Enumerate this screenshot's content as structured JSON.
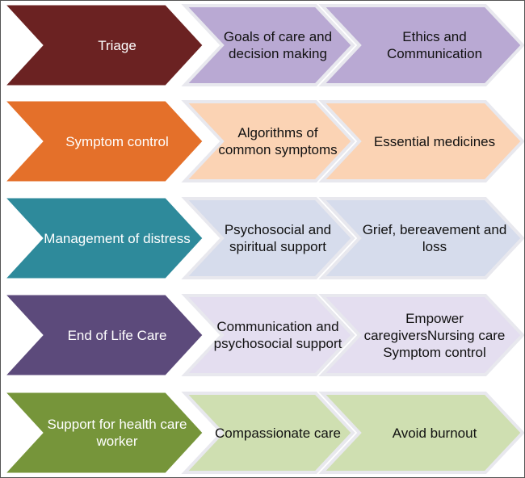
{
  "rows": [
    {
      "main": "Triage",
      "mid": "Goals of care and decision making",
      "right": "Ethics and Communication",
      "main_color": "#6b2222",
      "fill_color": "#b9a9d3"
    },
    {
      "main": "Symptom control",
      "mid": "Algorithms of common symptoms",
      "right": "Essential medicines",
      "main_color": "#e4702a",
      "fill_color": "#fbd3b4"
    },
    {
      "main": "Management of distress",
      "mid": "Psychosocial and spiritual support",
      "right": "Grief, bereavement and loss",
      "main_color": "#2e8a9b",
      "fill_color": "#d6dcec"
    },
    {
      "main": "End of Life Care",
      "mid": "Communication and psychosocial support",
      "right": "Empower caregiversNursing care Symptom control",
      "main_color": "#5c4a7b",
      "fill_color": "#e4def0"
    },
    {
      "main": "Support for health care worker",
      "mid": "Compassionate care",
      "right": "Avoid burnout",
      "main_color": "#76953a",
      "fill_color": "#cfdfb1"
    }
  ]
}
